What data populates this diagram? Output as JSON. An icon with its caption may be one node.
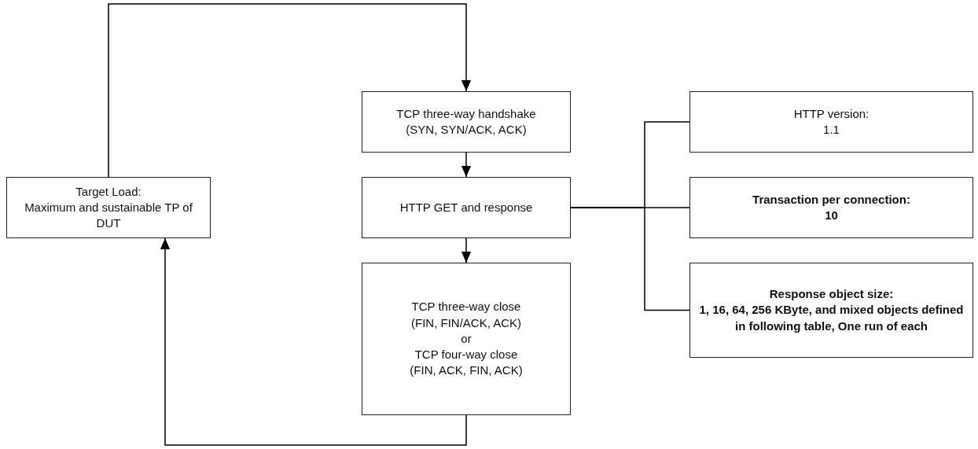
{
  "diagram": {
    "nodes": [
      {
        "text": [
          "Target Load:",
          "Maximum and sustainable TP of DUT"
        ]
      },
      {
        "text": [
          "TCP three-way handshake",
          "(SYN, SYN/ACK, ACK)"
        ]
      },
      {
        "text": [
          "HTTP GET and response"
        ]
      },
      {
        "text": [
          "TCP three-way close",
          "(FIN, FIN/ACK, ACK)",
          "or",
          "TCP four-way close",
          "(FIN, ACK, FIN, ACK)"
        ]
      },
      {
        "text": [
          "HTTP version:",
          "1.1"
        ]
      },
      {
        "text": [
          "Transaction per connection:",
          "10"
        ]
      },
      {
        "text": [
          "Response object size:",
          "1, 16, 64, 256 KByte, and mixed objects defined in following table, One run of each"
        ]
      }
    ],
    "edges": [
      {
        "from": 0,
        "to": 1,
        "arrow": "to"
      },
      {
        "from": 1,
        "to": 2,
        "arrow": "to"
      },
      {
        "from": 2,
        "to": 3,
        "arrow": "to"
      },
      {
        "from": 3,
        "to": 0,
        "arrow": "to"
      },
      {
        "from": 2,
        "to": 4,
        "arrow": "none"
      },
      {
        "from": 2,
        "to": 5,
        "arrow": "none"
      },
      {
        "from": 2,
        "to": 6,
        "arrow": "none"
      }
    ]
  }
}
